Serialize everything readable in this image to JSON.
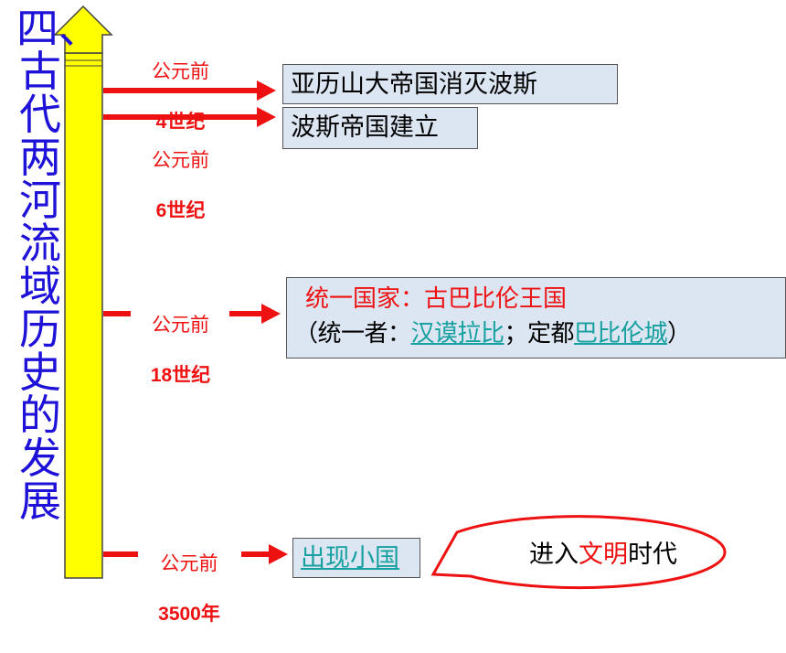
{
  "title": "四、古代两河流域历史的发展",
  "eras": [
    {
      "line1": "公元前",
      "line2": "4世纪"
    },
    {
      "line1": "公元前",
      "line2": "6世纪"
    },
    {
      "line1": "公元前",
      "line2": "18世纪"
    },
    {
      "line1": "公元前",
      "line2": "3500年"
    }
  ],
  "events": {
    "alexander": "亚历山大帝国消灭波斯",
    "persia": "波斯帝国建立",
    "babylon": {
      "title": "统一国家：古巴比伦王国",
      "open": "（统一者：",
      "unifier": "汉谟拉比",
      "mid": "；定都",
      "capital": "巴比伦城",
      "close": "）"
    },
    "small_states": "出现小国"
  },
  "callout": {
    "pre": "进入",
    "highlight": "文明",
    "post": "时代"
  },
  "colors": {
    "title": "#1f12d8",
    "arrow": "#ee1111",
    "timeline": "#ffff00",
    "box": "#dce6f2",
    "link": "#16a0a0"
  }
}
